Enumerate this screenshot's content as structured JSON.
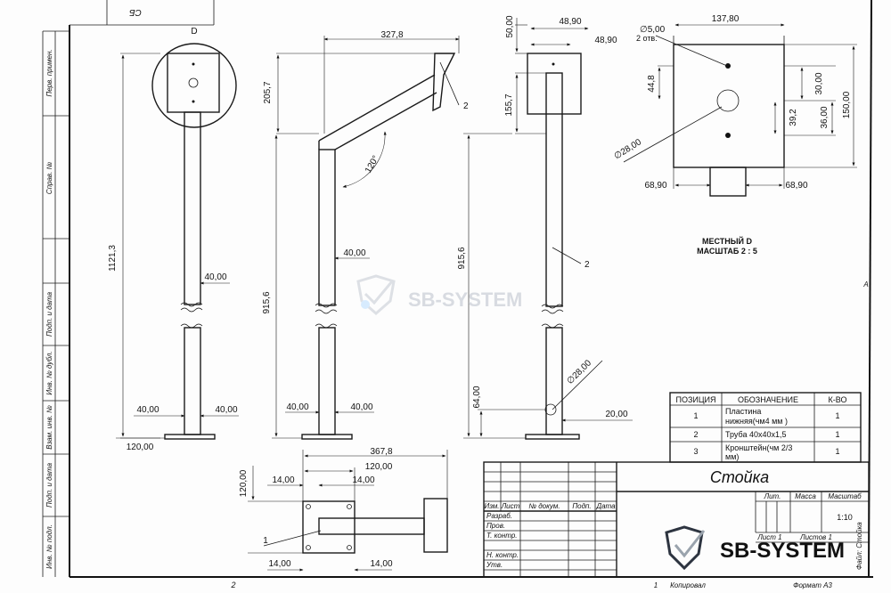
{
  "drawing": {
    "title": "Стойка",
    "corner_code": "СБ",
    "view_label": "D",
    "detail_caption_1": "МЕСТНЫЙ D",
    "detail_caption_2": "МАСШТАБ 2 : 5",
    "scale": "1:10",
    "sheet_label": "Лист 1",
    "sheets_label": "Листов 1",
    "format_label": "Формат А3",
    "copied_label": "Копировал",
    "copied_num": "1",
    "zone_2": "2",
    "zone_a": "A",
    "file_label": "Файл: Стойка"
  },
  "watermark": {
    "text": "SB-SYSTEM",
    "logo_text": "SB-SYSTEM"
  },
  "side_strip": [
    "Перв. примен.",
    "Справ. №",
    "Подп. и дата",
    "Инв. № дубл.",
    "Взам. инв. №",
    "Подп. и дата",
    "Инв. № подл."
  ],
  "dims": {
    "d1": "1121,3",
    "d2": "40,00",
    "d3": "40,00",
    "d4": "40,00",
    "d5": "120,00",
    "d6": "327,8",
    "d7": "205,7",
    "d8": "120°",
    "d9": "40,00",
    "d10": "915,6",
    "d11": "40,00",
    "d12": "40,00",
    "d13": "50,00",
    "d14": "48,90",
    "d15": "48,90",
    "d16": "155,7",
    "d17": "915,6",
    "d18": "64,00",
    "d19": "∅28,00",
    "d20": "20,00",
    "d21": "137,80",
    "d22": "∅5,00",
    "d23": "2 отв.",
    "d24": "44,8",
    "d25": "30,00",
    "d26": "150,00",
    "d27": "39,2",
    "d28": "36,00",
    "d29": "∅28,00",
    "d30": "68,90",
    "d31": "68,90",
    "d32": "367,8",
    "d33": "120,00",
    "d34": "14,00",
    "d35": "14,00",
    "d36": "120,00",
    "d37": "14,00",
    "d38": "14,00"
  },
  "leaders": {
    "l1": "2",
    "l2": "2",
    "l3": "1"
  },
  "bom": {
    "headers": [
      "ПОЗИЦИЯ",
      "ОБОЗНАЧЕНИЕ",
      "К-ВО"
    ],
    "rows": [
      {
        "pos": "1",
        "name1": "Пластина",
        "name2": "нижняя(чм4 мм )",
        "qty": "1"
      },
      {
        "pos": "2",
        "name1": "Труба 40х40х1,5",
        "name2": "",
        "qty": "1"
      },
      {
        "pos": "3",
        "name1": "Кронштейн(чм 2/3",
        "name2": "мм)",
        "qty": "1"
      }
    ]
  },
  "titleblock": {
    "cols": [
      "Изм.",
      "Лист",
      "№ докум.",
      "Подп.",
      "Дата"
    ],
    "roles": [
      "Разраб.",
      "Пров.",
      "Т. контр.",
      "Н. контр.",
      "Утв."
    ],
    "lit": "Лит.",
    "mass": "Масса",
    "masshtab": "Масштаб"
  }
}
